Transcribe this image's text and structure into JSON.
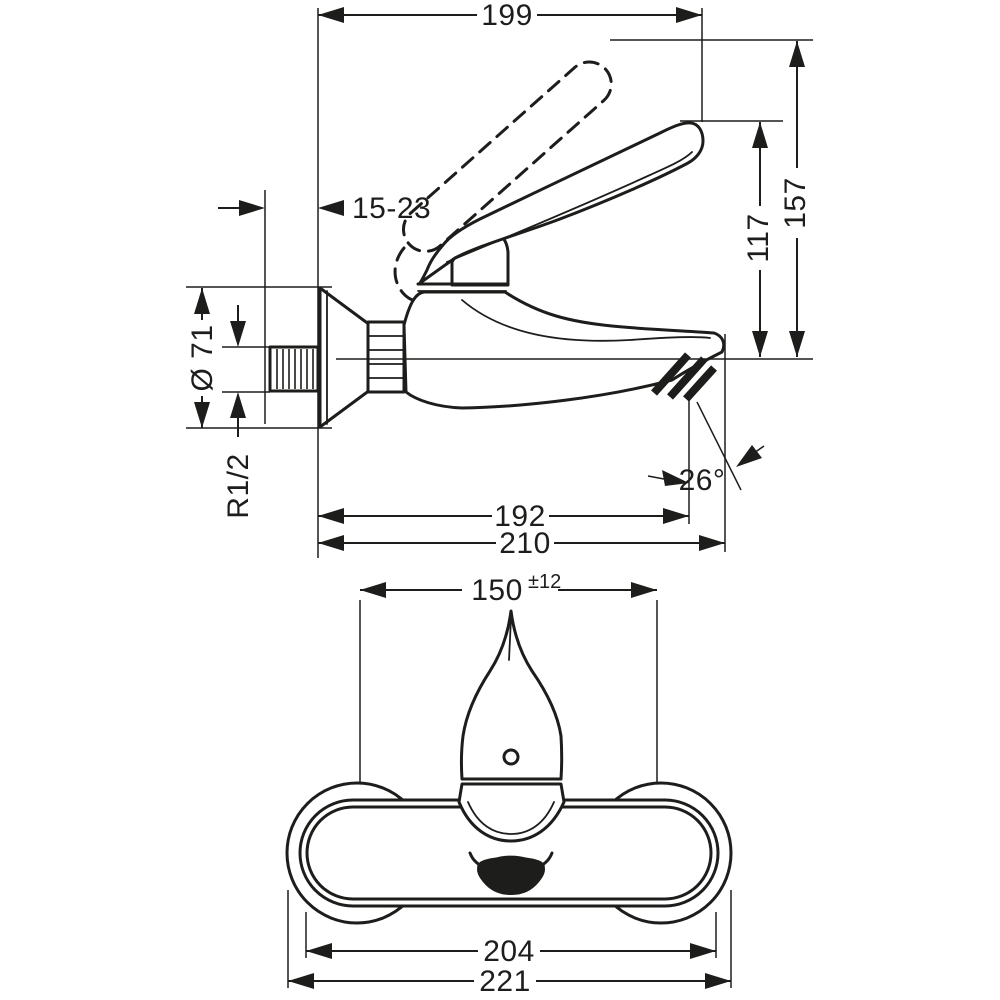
{
  "drawing": {
    "background_color": "#ffffff",
    "ink_color": "#1d1d1b",
    "side_view": {
      "dim_projection_top": "199",
      "dim_wall_adjust_range": "15-23",
      "dim_lever_height": "117",
      "dim_lever_max_height": "157",
      "dim_escutcheon_diameter": "Ø 71",
      "dim_thread_size": "R1/2",
      "dim_projection_aerator": "192",
      "dim_projection_total": "210",
      "dim_aerator_angle": "26°"
    },
    "front_view": {
      "dim_connection_centers": "150",
      "dim_connection_tolerance": "±12",
      "dim_body_width": "204",
      "dim_total_width": "221"
    }
  }
}
